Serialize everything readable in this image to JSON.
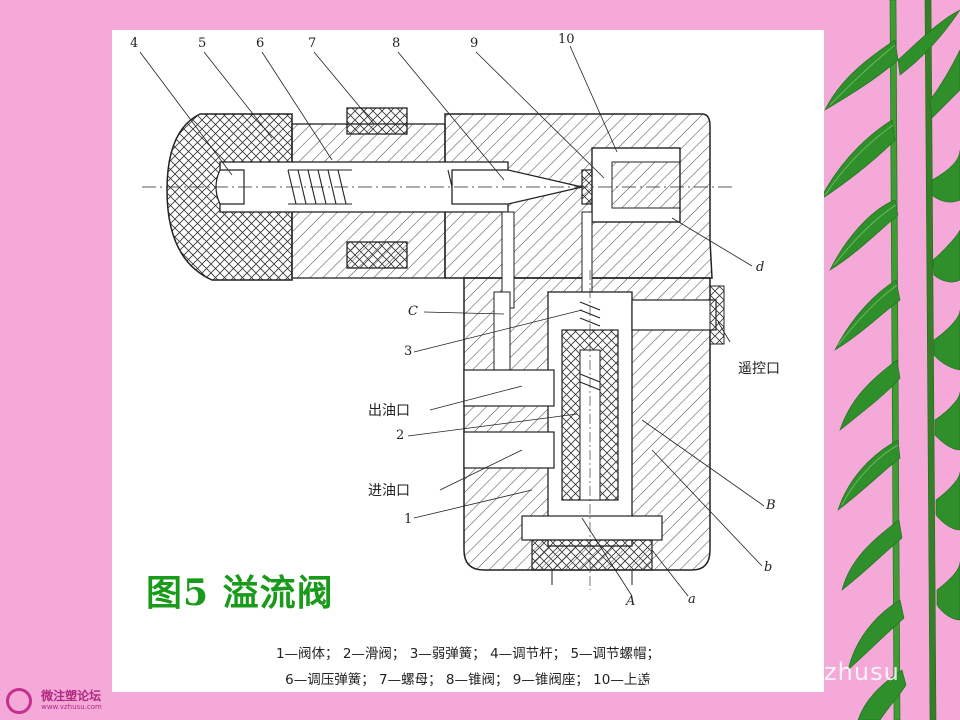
{
  "figure": {
    "title": "图5  溢流阀",
    "part_numbers": [
      "4",
      "5",
      "6",
      "7",
      "8",
      "9",
      "10"
    ],
    "side_labels": {
      "C": "C",
      "n3": "3",
      "outlet": "出油口",
      "n2": "2",
      "inlet": "进油口",
      "n1": "1",
      "d": "d",
      "remote": "遥控口",
      "B": "B",
      "b": "b",
      "A": "A",
      "a": "a"
    },
    "caption_line1": "1—阀体；  2—滑阀；  3—弱弹簧；  4—调节杆；  5—调节螺帽；",
    "caption_line2": "6—调压弹簧；  7—螺母；  8—锥阀；  9—锥阀座；  10—上盖"
  },
  "watermark": {
    "text": "微信号：weizhusu"
  },
  "forum": {
    "name": "微注塑论坛",
    "url": "www.vzhusu.com"
  },
  "colors": {
    "background": "#f4a9d9",
    "title_green": "#1a9a1a",
    "bamboo_green": "#2e8b2e"
  }
}
